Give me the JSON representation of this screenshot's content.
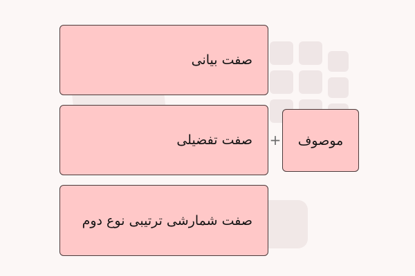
{
  "diagram": {
    "adjectives": [
      {
        "label": "صفت بیانی"
      },
      {
        "label": "صفت تفضیلی"
      },
      {
        "label": "صفت شمارشی ترتیبی نوع دوم"
      }
    ],
    "operator": "+",
    "noun": {
      "label": "موصوف"
    }
  },
  "colors": {
    "box_fill": "#ffc8c8",
    "box_border": "#4a3a3a",
    "background": "#fcf7f6",
    "watermark": "#ece3e3"
  }
}
